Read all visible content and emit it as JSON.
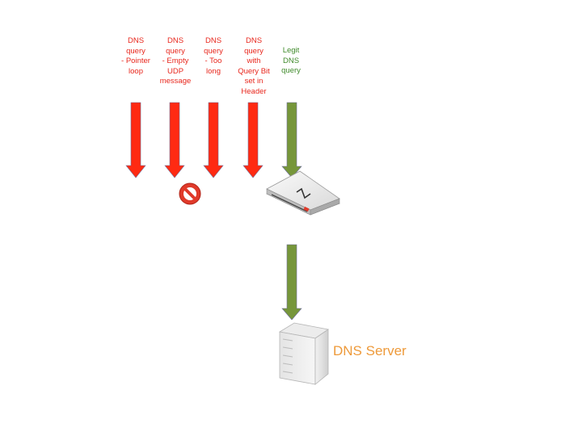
{
  "labels": [
    {
      "text": "DNS\nquery\n- Pointer\nloop",
      "kind": "malicious"
    },
    {
      "text": "DNS\nquery\n- Empty\nUDP\nmessage",
      "kind": "malicious"
    },
    {
      "text": "DNS\nquery\n- Too\nlong",
      "kind": "malicious"
    },
    {
      "text": "DNS\nquery\nwith\nQuery Bit\nset in\nHeader",
      "kind": "malicious"
    },
    {
      "text": "Legit\nDNS\nquery",
      "kind": "legit"
    }
  ],
  "server_label": "DNS Server",
  "colors": {
    "malicious_arrow": "#ff2a12",
    "legit_arrow": "#76963a",
    "malicious_text": "#e8261c",
    "legit_text": "#3f8a2a",
    "server_text": "#ee9a3a",
    "block_sign": "#e03a2a"
  },
  "icons": {
    "block": "no-entry-icon",
    "appliance": "network-appliance-icon",
    "server": "server-tower-icon"
  }
}
